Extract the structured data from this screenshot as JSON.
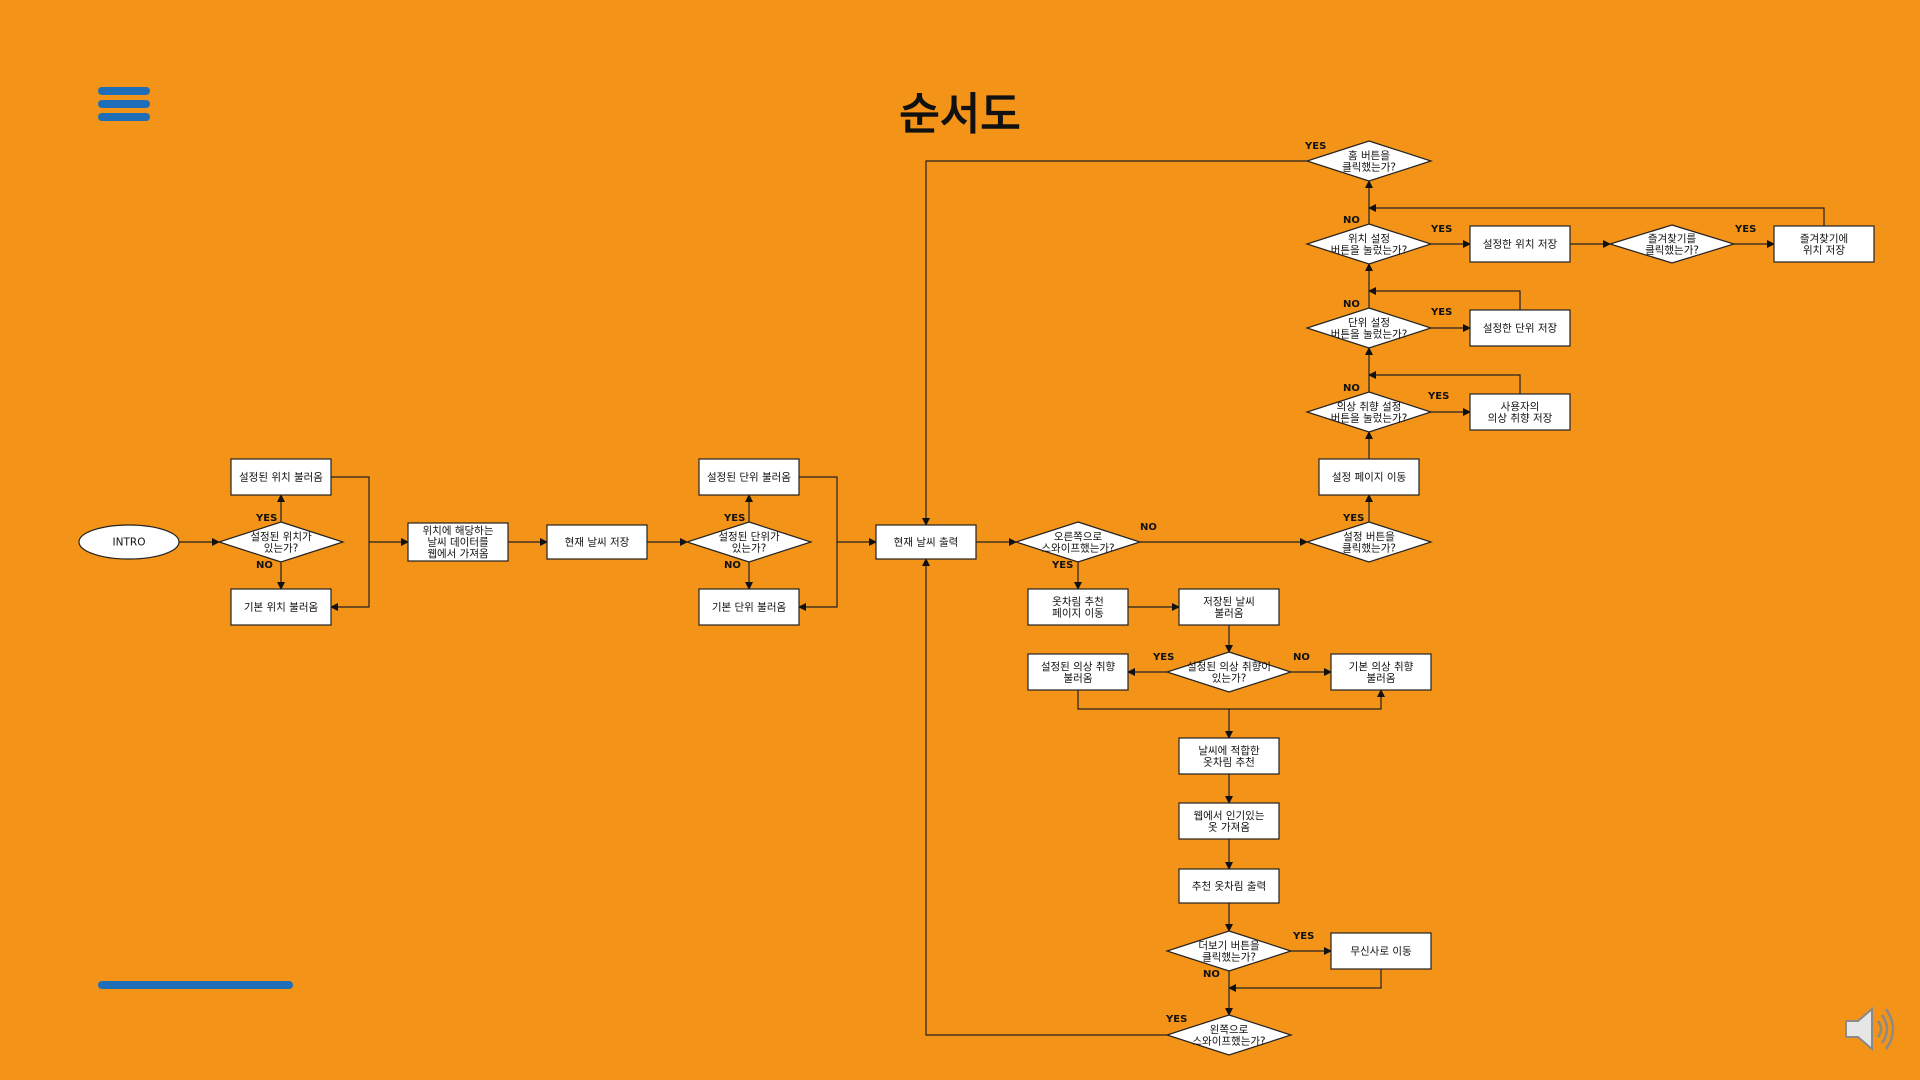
{
  "page": {
    "title": "순서도",
    "accent_color": "#1F6EB8",
    "background_color": "#F39318"
  },
  "icons": {
    "menu": "hamburger-menu-icon",
    "speaker": "speaker-icon"
  },
  "flowchart": {
    "nodes": [
      {
        "id": "intro",
        "shape": "ellipse",
        "lines": [
          "INTRO"
        ]
      },
      {
        "id": "q_loc",
        "shape": "diamond",
        "lines": [
          "설정된 위치가",
          "있는가?"
        ]
      },
      {
        "id": "load_loc",
        "shape": "rect",
        "lines": [
          "설정된 위치 불러옴"
        ]
      },
      {
        "id": "def_loc",
        "shape": "rect",
        "lines": [
          "기본 위치 불러옴"
        ]
      },
      {
        "id": "fetch_weather",
        "shape": "rect",
        "lines": [
          "위치에 해당하는",
          "날씨 데이터를",
          "웹에서 가져옴"
        ]
      },
      {
        "id": "save_weather",
        "shape": "rect",
        "lines": [
          "현재 날씨 저장"
        ]
      },
      {
        "id": "q_unit",
        "shape": "diamond",
        "lines": [
          "설정된 단위가",
          "있는가?"
        ]
      },
      {
        "id": "load_unit",
        "shape": "rect",
        "lines": [
          "설정된 단위 불러옴"
        ]
      },
      {
        "id": "def_unit",
        "shape": "rect",
        "lines": [
          "기본 단위 불러옴"
        ]
      },
      {
        "id": "show_weather",
        "shape": "rect",
        "lines": [
          "현재 날씨 출력"
        ]
      },
      {
        "id": "q_swipe_right",
        "shape": "diamond",
        "lines": [
          "오른쪽으로",
          "스와이프했는가?"
        ]
      },
      {
        "id": "q_settings",
        "shape": "diamond",
        "lines": [
          "설정 버튼을",
          "클릭했는가?"
        ]
      },
      {
        "id": "goto_settings",
        "shape": "rect",
        "lines": [
          "설정 페이지 이동"
        ]
      },
      {
        "id": "q_pref_btn",
        "shape": "diamond",
        "lines": [
          "의상 취향 설정",
          "버튼을 눌렀는가?"
        ]
      },
      {
        "id": "save_pref",
        "shape": "rect",
        "lines": [
          "사용자의",
          "의상 취향 저장"
        ]
      },
      {
        "id": "q_unit_btn",
        "shape": "diamond",
        "lines": [
          "단위 설정",
          "버튼을 눌렀는가?"
        ]
      },
      {
        "id": "save_unit",
        "shape": "rect",
        "lines": [
          "설정한 단위 저장"
        ]
      },
      {
        "id": "q_loc_btn",
        "shape": "diamond",
        "lines": [
          "위치 설정",
          "버튼을 눌렀는가?"
        ]
      },
      {
        "id": "save_loc",
        "shape": "rect",
        "lines": [
          "설정한 위치 저장"
        ]
      },
      {
        "id": "q_fav",
        "shape": "diamond",
        "lines": [
          "즐겨찾기를",
          "클릭했는가?"
        ]
      },
      {
        "id": "save_fav",
        "shape": "rect",
        "lines": [
          "즐겨찾기에",
          "위치 저장"
        ]
      },
      {
        "id": "q_home",
        "shape": "diamond",
        "lines": [
          "홈 버튼을",
          "클릭했는가?"
        ]
      },
      {
        "id": "goto_outfit",
        "shape": "rect",
        "lines": [
          "옷차림 추천",
          "페이지 이동"
        ]
      },
      {
        "id": "load_saved_weather",
        "shape": "rect",
        "lines": [
          "저장된 날씨",
          "불러옴"
        ]
      },
      {
        "id": "q_pref",
        "shape": "diamond",
        "lines": [
          "설정된 의상 취향이",
          "있는가?"
        ]
      },
      {
        "id": "load_pref",
        "shape": "rect",
        "lines": [
          "설정된 의상 취향",
          "불러옴"
        ]
      },
      {
        "id": "def_pref",
        "shape": "rect",
        "lines": [
          "기본 의상 취향",
          "불러옴"
        ]
      },
      {
        "id": "recommend",
        "shape": "rect",
        "lines": [
          "날씨에 적합한",
          "옷차림 추천"
        ]
      },
      {
        "id": "fetch_popular",
        "shape": "rect",
        "lines": [
          "웹에서 인기있는",
          "옷 가져옴"
        ]
      },
      {
        "id": "show_outfit",
        "shape": "rect",
        "lines": [
          "추천 옷차림 출력"
        ]
      },
      {
        "id": "q_more",
        "shape": "diamond",
        "lines": [
          "더보기 버튼을",
          "클릭했는가?"
        ]
      },
      {
        "id": "goto_musinsa",
        "shape": "rect",
        "lines": [
          "무신사로 이동"
        ]
      },
      {
        "id": "q_swipe_left",
        "shape": "diamond",
        "lines": [
          "왼쪽으로",
          "스와이프했는가?"
        ]
      }
    ],
    "edge_labels": {
      "yes": "YES",
      "no": "NO"
    }
  }
}
